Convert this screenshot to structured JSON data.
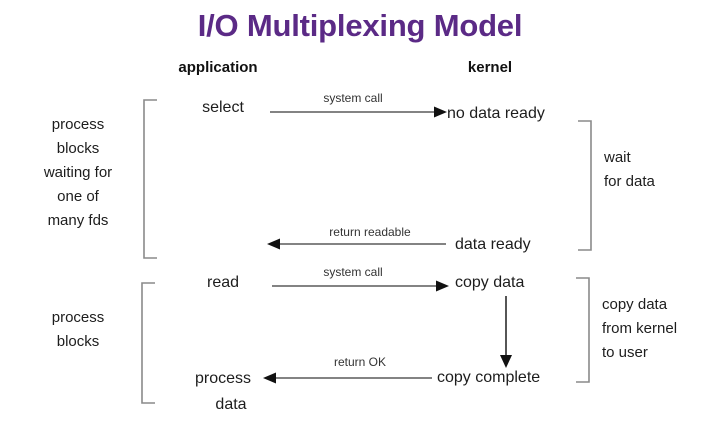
{
  "title": "I/O Multiplexing Model",
  "columns": {
    "application": "application",
    "kernel": "kernel"
  },
  "phase1": {
    "left_label": "process\nblocks\nwaiting for\none of\nmany fds",
    "left_label_lines": [
      "process",
      "blocks",
      "waiting for",
      "one of",
      "many fds"
    ],
    "right_label_lines": [
      "wait",
      "for data"
    ],
    "app_call": "select",
    "kernel_state_1": "no data ready",
    "kernel_state_2": "data ready",
    "arrow_out_label": "system call",
    "arrow_back_label": "return readable"
  },
  "phase2": {
    "left_label_lines": [
      "process",
      "blocks"
    ],
    "right_label_lines": [
      "copy data",
      "from kernel",
      "to user"
    ],
    "app_call": "read",
    "kernel_state_1": "copy data",
    "kernel_state_2": "copy complete",
    "arrow_out_label": "system call",
    "arrow_back_label": "return OK",
    "app_result_lines": [
      "process",
      "data"
    ]
  },
  "colors": {
    "title": "#5b2a86",
    "text": "#1d1d1d",
    "line": "#5a5a5a",
    "bracket": "#8a8a8a"
  }
}
